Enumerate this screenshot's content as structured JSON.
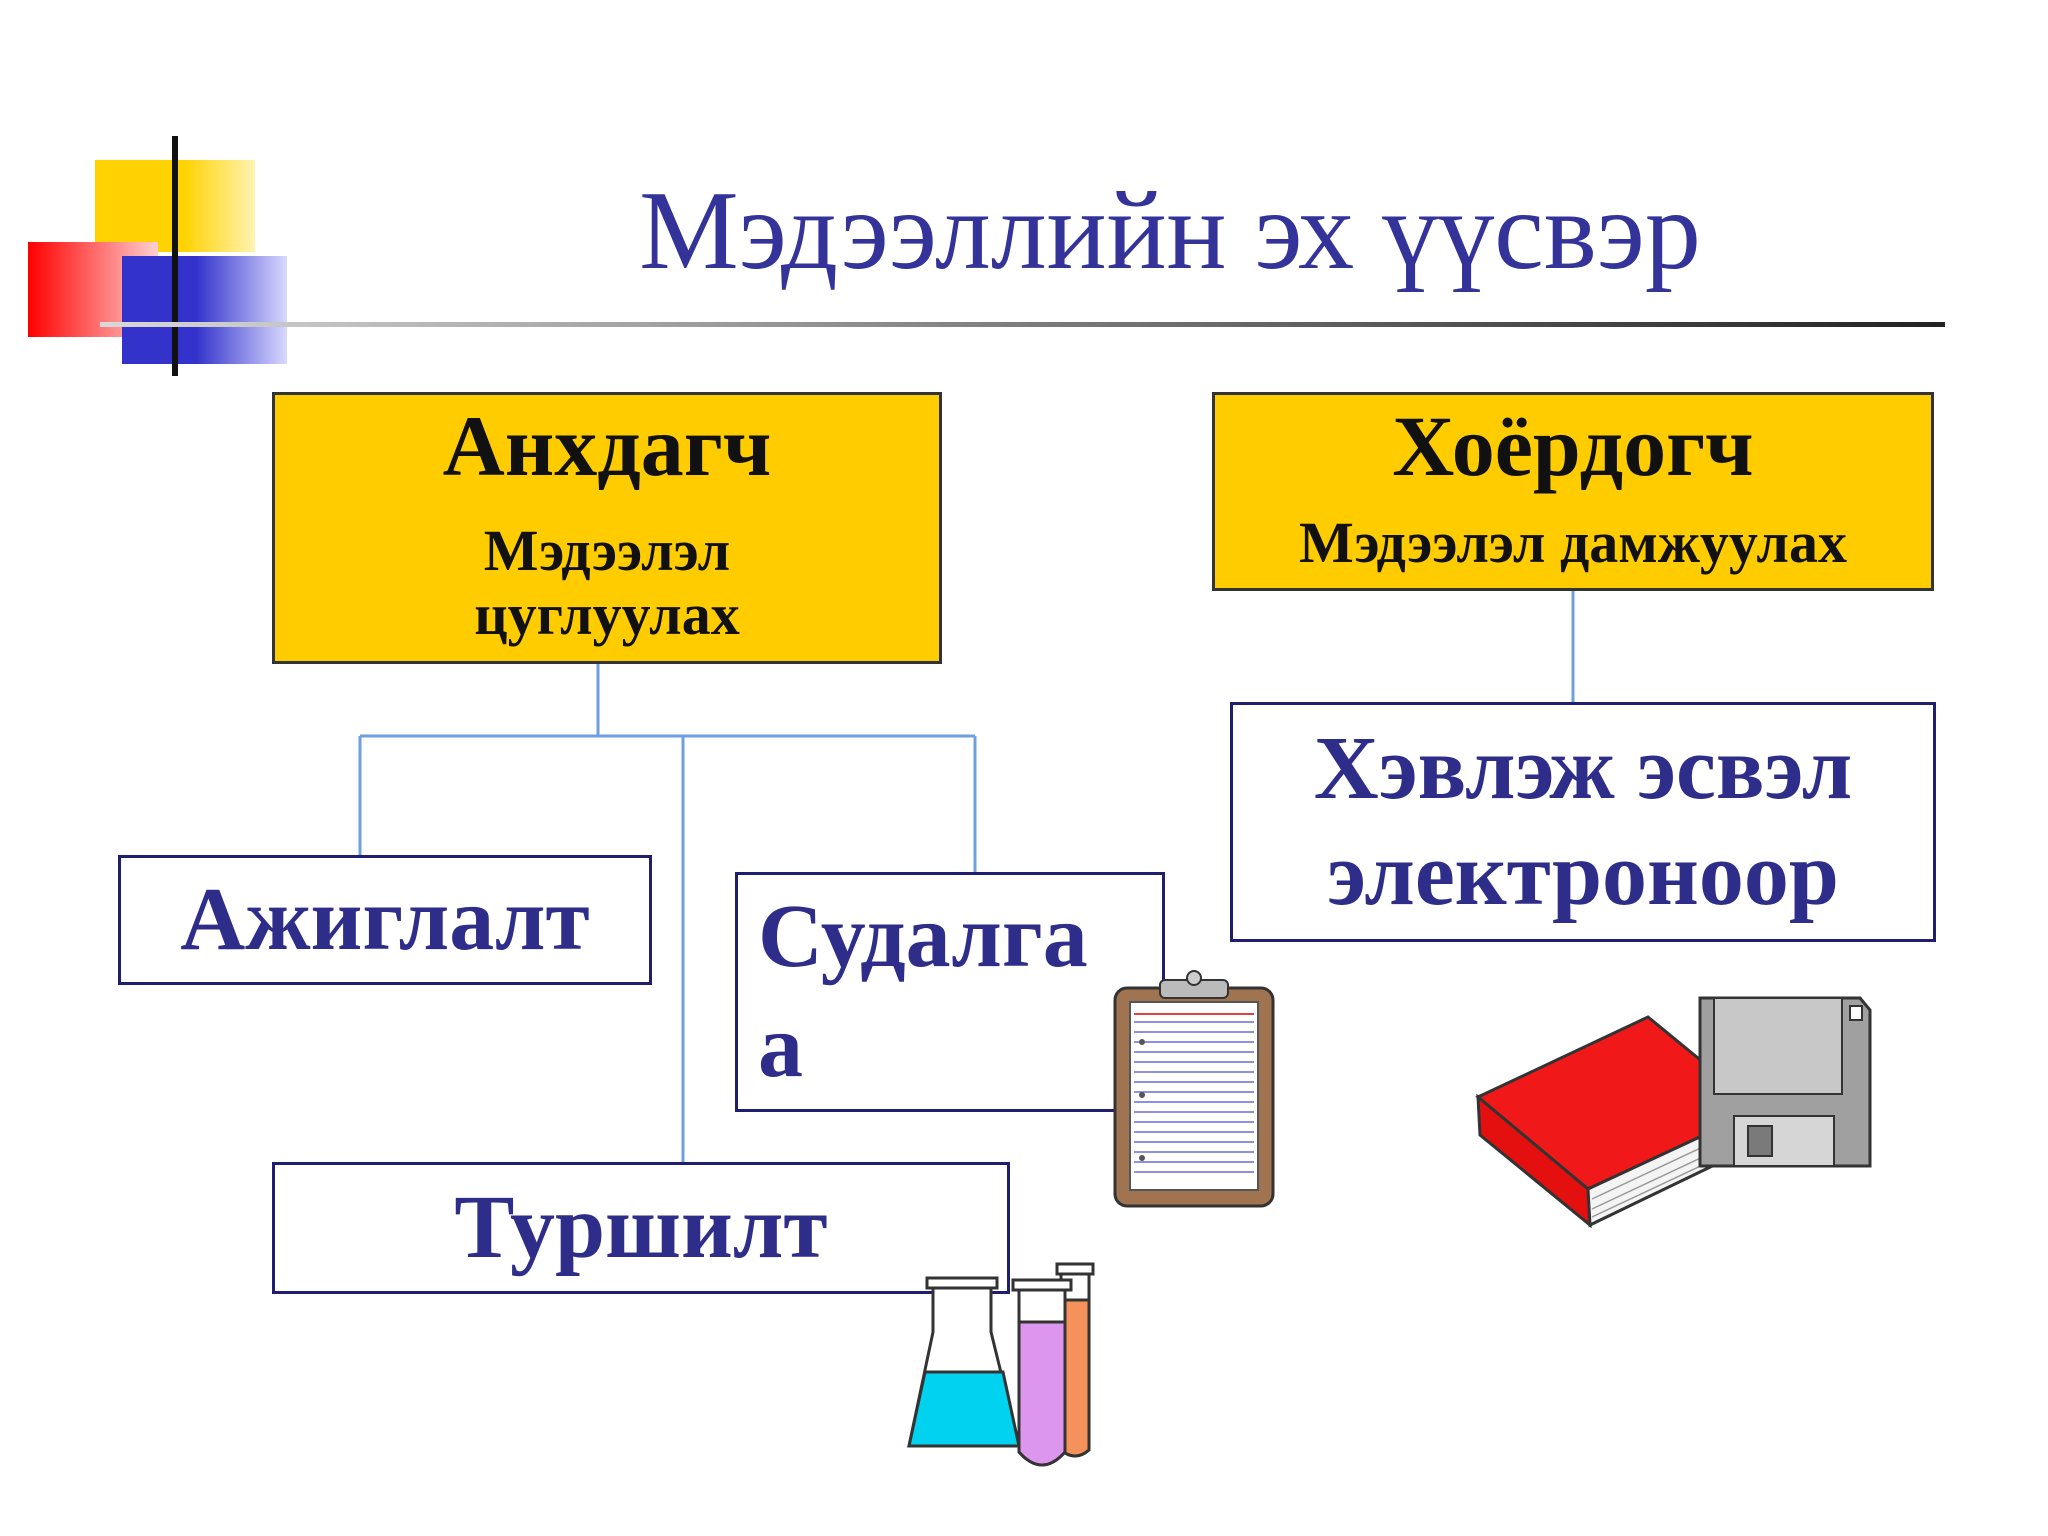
{
  "title": "Мэдээллийн эх үүсвэр",
  "primary": {
    "heading": "Анхдагч",
    "subtitle": "Мэдээлэл цуглуулах"
  },
  "secondary": {
    "heading": "Хоёрдогч",
    "subtitle": "Мэдээлэл дамжуулах"
  },
  "methods": {
    "observation": "Ажиглалт",
    "research": "Судалгаа",
    "experiment": "Туршилт"
  },
  "media": "Хэвлэж эсвэл электроноор",
  "colors": {
    "title": "#33339a",
    "header_fill": "#ffcc00",
    "box_text": "#2e2e8a",
    "connector": "#6f9fe0"
  },
  "icons": [
    "clipboard-icon",
    "lab-flasks-icon",
    "book-icon",
    "floppy-disk-icon",
    "slide-decoration-icon"
  ]
}
